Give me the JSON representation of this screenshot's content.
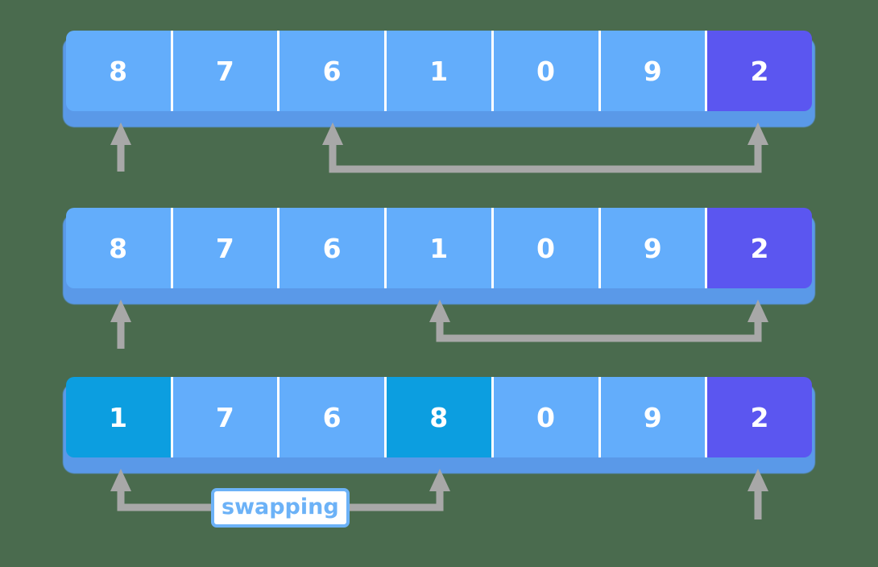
{
  "diagram": {
    "title": "bubble-sort-swap-steps",
    "background_color": "#4a6b4e",
    "colors": {
      "cell_default": "#63adfb",
      "cell_highlight_purple": "#5b56f0",
      "cell_highlight_cyan": "#0c9ee0",
      "cell_shadow": "#5a99e8",
      "divider": "#ffffff",
      "value_text": "#ffffff",
      "arrow": "#a8a8a8",
      "tag_border": "#6cb2f7",
      "tag_text": "#6cb2f7",
      "tag_background": "#ffffff"
    }
  },
  "rows": [
    {
      "name": "step-1",
      "values": [
        "8",
        "7",
        "6",
        "1",
        "0",
        "9",
        "2"
      ],
      "highlights": [
        "none",
        "none",
        "none",
        "none",
        "none",
        "none",
        "purple"
      ],
      "pointers": [
        {
          "name": "pointer-left-standalone",
          "type": "standalone",
          "index": 0
        },
        {
          "name": "pointer-pair-connector",
          "type": "connector",
          "from_index": 2,
          "to_index": 6
        }
      ]
    },
    {
      "name": "step-2",
      "values": [
        "8",
        "7",
        "6",
        "1",
        "0",
        "9",
        "2"
      ],
      "highlights": [
        "none",
        "none",
        "none",
        "none",
        "none",
        "none",
        "purple"
      ],
      "pointers": [
        {
          "name": "pointer-left-standalone",
          "type": "standalone",
          "index": 0
        },
        {
          "name": "pointer-pair-connector",
          "type": "connector",
          "from_index": 3,
          "to_index": 6
        }
      ]
    },
    {
      "name": "step-3",
      "values": [
        "1",
        "7",
        "6",
        "8",
        "0",
        "9",
        "2"
      ],
      "highlights": [
        "cyan",
        "none",
        "none",
        "cyan",
        "none",
        "none",
        "purple"
      ],
      "pointers": [
        {
          "name": "pointer-pair-connector",
          "type": "connector",
          "from_index": 0,
          "to_index": 3,
          "label": "swapping"
        },
        {
          "name": "pointer-right-standalone",
          "type": "standalone",
          "index": 6
        }
      ]
    }
  ],
  "labels": {
    "swapping": "swapping"
  }
}
